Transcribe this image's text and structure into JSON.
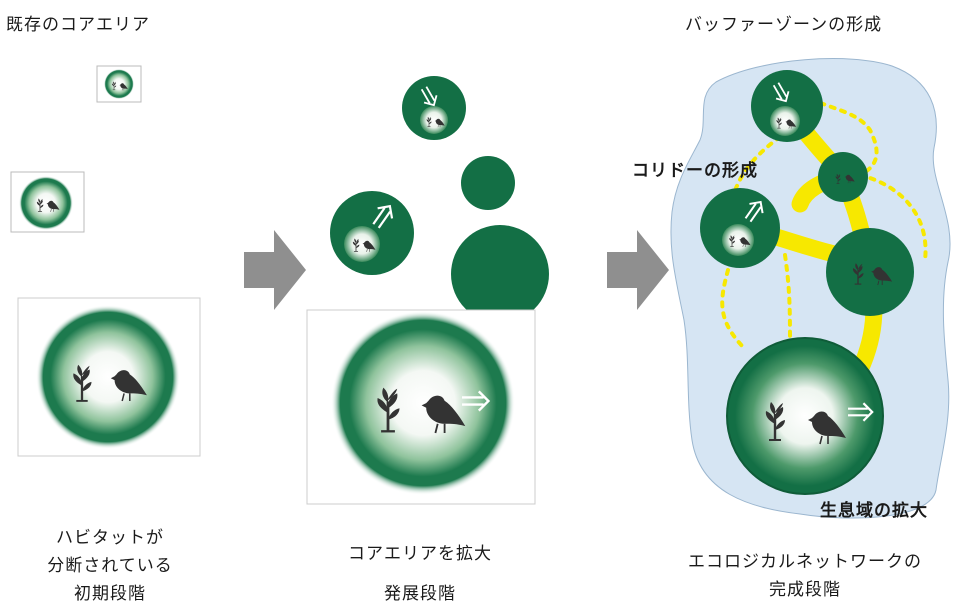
{
  "headings": {
    "left": "既存のコアエリア",
    "right": "バッファーゾーンの形成"
  },
  "labels": {
    "corridor": "コリドーの形成",
    "habitat_expansion": "生息域の拡大"
  },
  "captions": {
    "left_line1": "ハビタットが",
    "left_line2": "分断されている",
    "left_line3": "初期段階",
    "middle_line1": "コアエリアを拡大",
    "middle_line2": "発展段階",
    "right_line1": "エコロジカルネットワークの",
    "right_line2": "完成段階"
  },
  "colors": {
    "core_green": "#136f45",
    "buffer_blue": "#d6e5f3",
    "corridor_yellow": "#f7e800",
    "arrow_gray": "#8f8f8f"
  },
  "icons": [
    "sprout-icon",
    "bird-icon",
    "double-arrow-icon",
    "right-arrow-icon"
  ]
}
